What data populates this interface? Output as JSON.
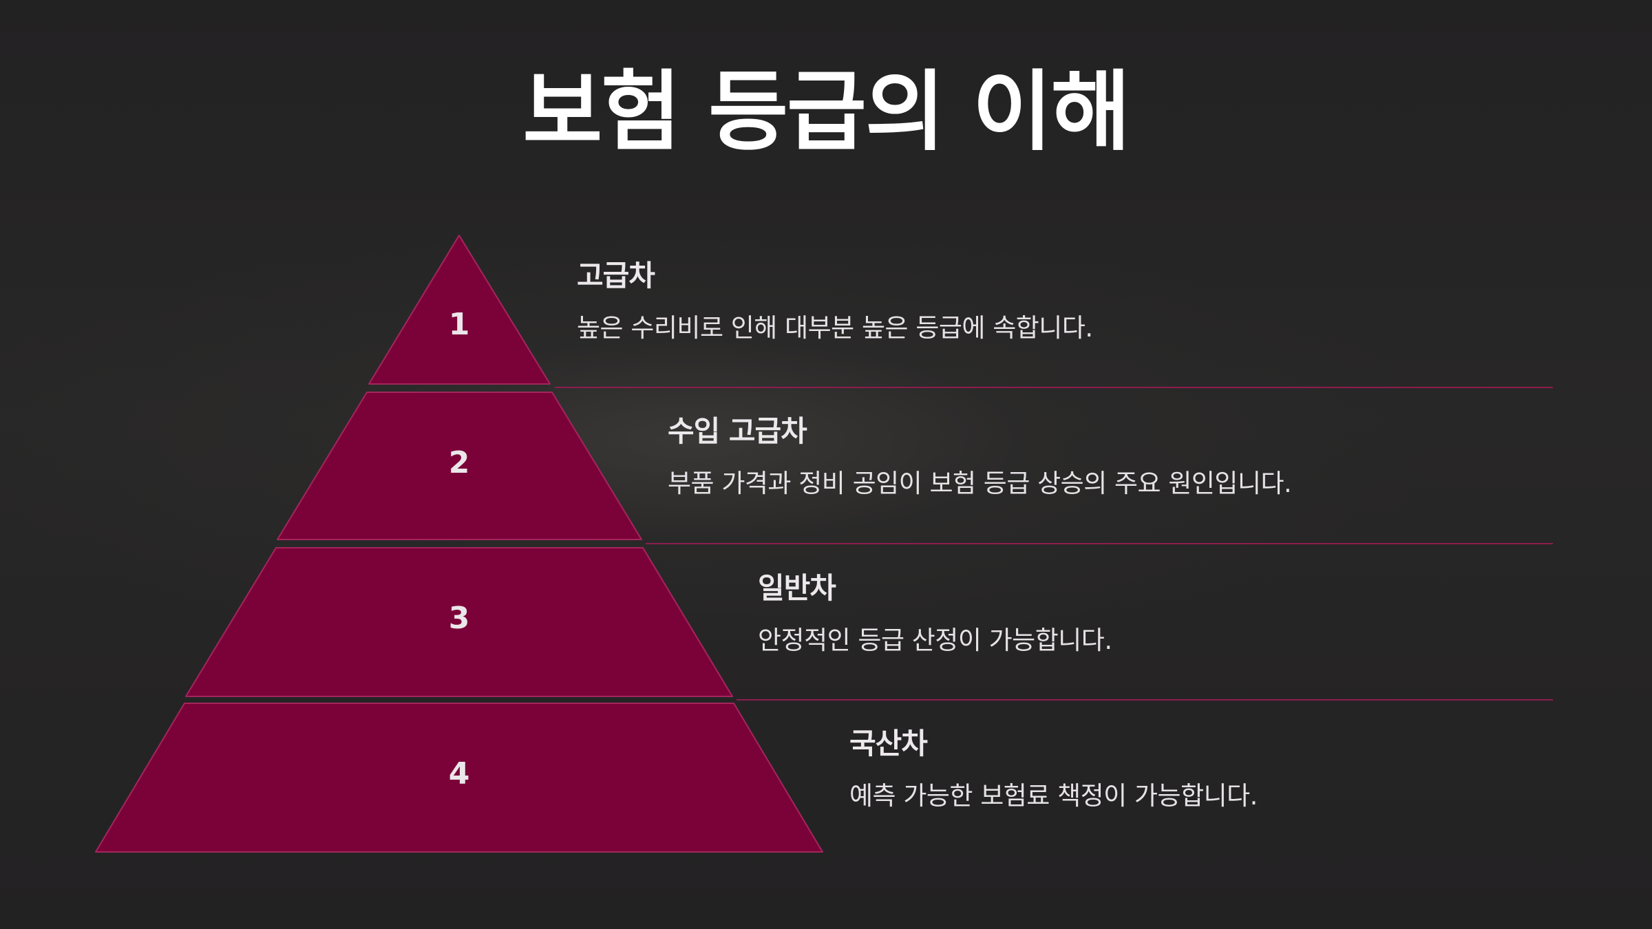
{
  "title": "보험 등급의 이해",
  "colors": {
    "background": "#242324",
    "tier_fill": "#7b0239",
    "tier_stroke": "#a3265c",
    "divider": "#8c1d4e",
    "number_text": "#ebe6e9",
    "title_text": "#ffffff"
  },
  "levels": [
    {
      "number": "1",
      "heading": "고급차",
      "description": "높은 수리비로 인해 대부분 높은 등급에 속합니다."
    },
    {
      "number": "2",
      "heading": "수입 고급차",
      "description": "부품 가격과 정비 공임이 보험 등급 상승의 주요 원인입니다."
    },
    {
      "number": "3",
      "heading": "일반차",
      "description": "안정적인 등급 산정이 가능합니다."
    },
    {
      "number": "4",
      "heading": "국산차",
      "description": "예측 가능한 보험료 책정이 가능합니다."
    }
  ]
}
